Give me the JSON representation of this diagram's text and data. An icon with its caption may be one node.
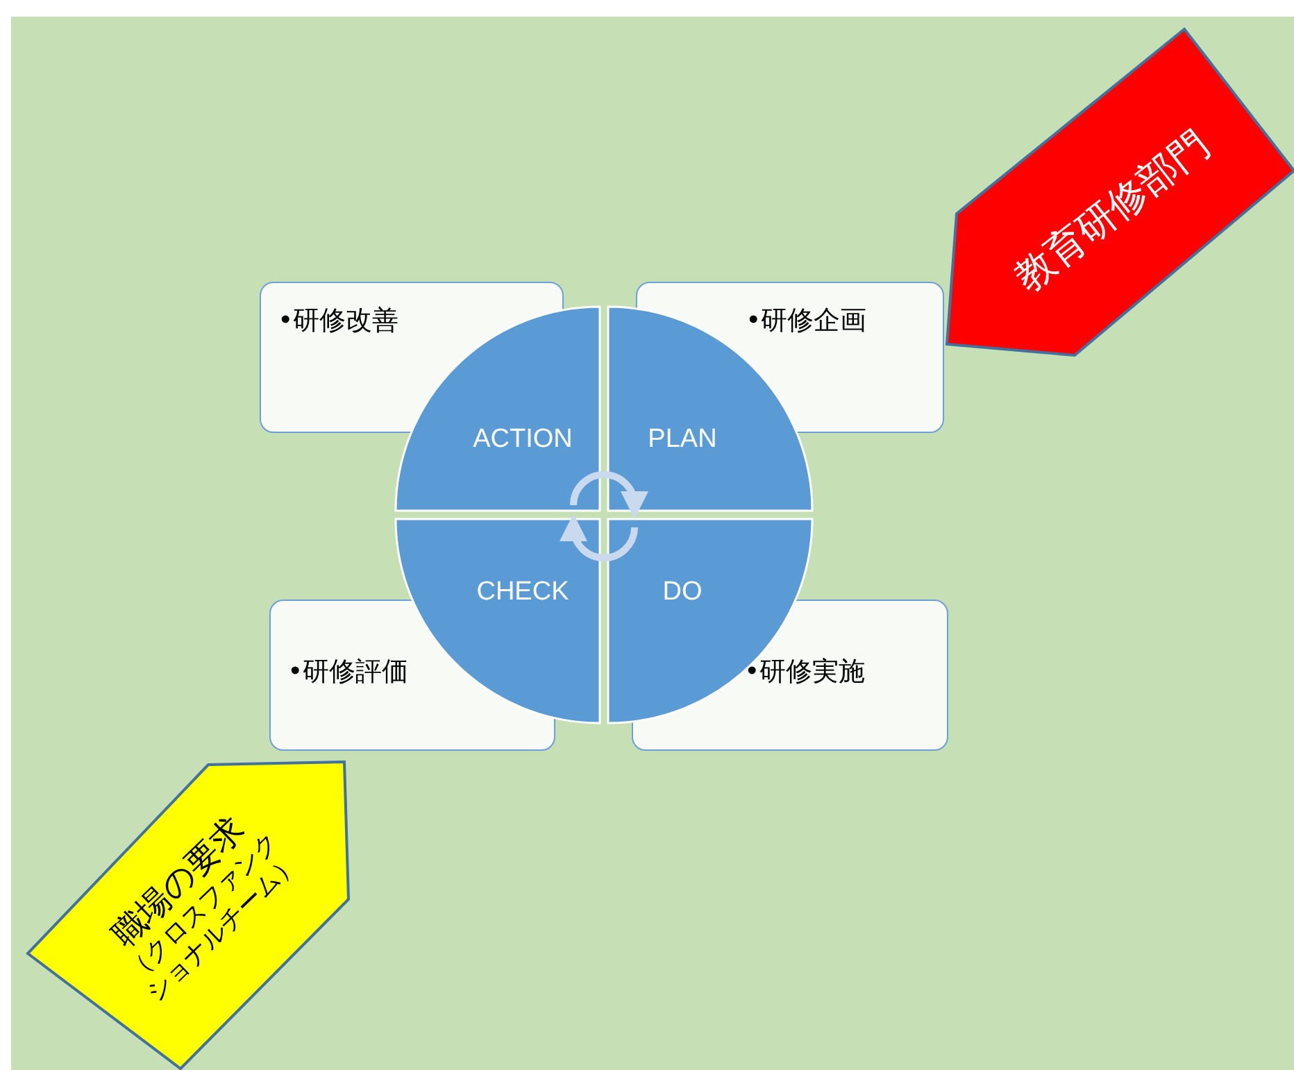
{
  "diagram": {
    "nodes": [
      {
        "text": [
          "教育研修部門"
        ]
      },
      {
        "text": [
          "•研修改善"
        ]
      },
      {
        "text": [
          "•研修企画"
        ]
      },
      {
        "text": [
          "ACTION"
        ]
      },
      {
        "text": [
          "PLAN"
        ]
      },
      {
        "text": [
          "CHECK"
        ]
      },
      {
        "text": [
          "DO"
        ]
      },
      {
        "text": [
          "•研修評価"
        ]
      },
      {
        "text": [
          "•研修実施"
        ]
      },
      {
        "text": [
          "職場の要求",
          "（クロスファンクショナルチーム）"
        ]
      }
    ],
    "edges": [
      {
        "from": 3,
        "to": 4,
        "arrow": "to"
      },
      {
        "from": 6,
        "to": 5,
        "arrow": "to"
      }
    ]
  }
}
